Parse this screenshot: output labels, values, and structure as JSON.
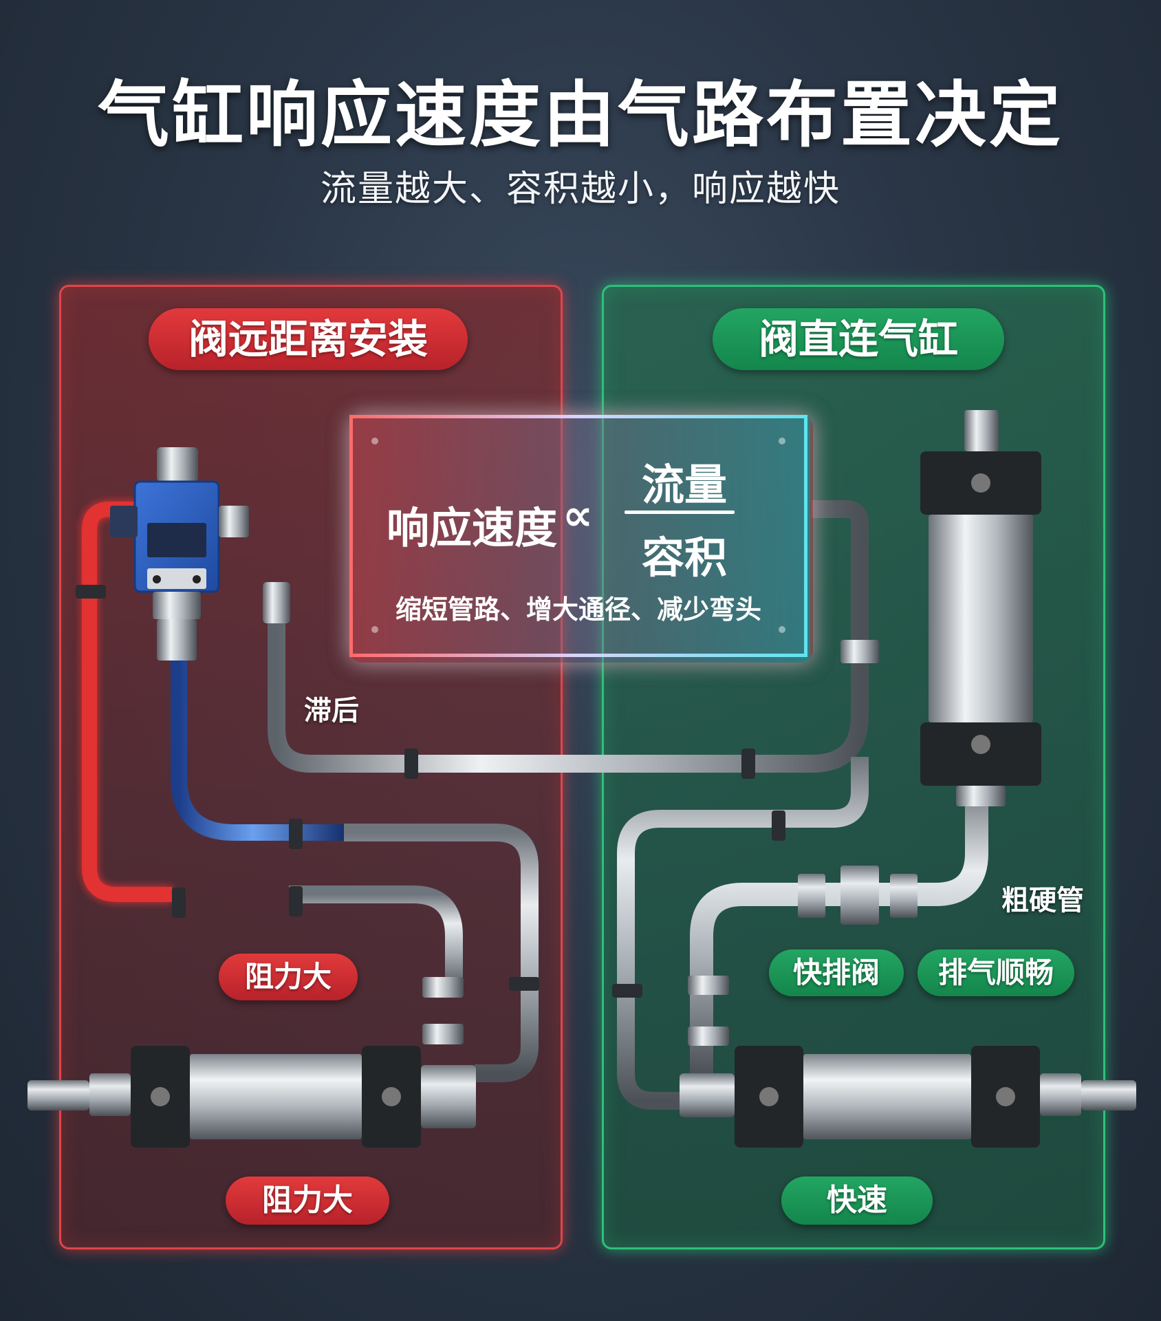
{
  "title": "气缸响应速度由气路布置决定",
  "subtitle": "流量越大、容积越小，响应越快",
  "left_panel": {
    "heading": "阀远距离安装",
    "tag_mid": "阻力大",
    "tag_bottom": "阻力大",
    "lag_label": "滞后",
    "accent_color": "#e0454a"
  },
  "right_panel": {
    "heading": "阀直连气缸",
    "tag_quick_valve": "快排阀",
    "tag_exhaust": "排气顺畅",
    "tag_bottom": "快速",
    "pipe_label": "粗硬管",
    "accent_color": "#2ec07a"
  },
  "formula": {
    "lhs": "响应速度",
    "relation": "∝",
    "numerator": "流量",
    "denominator": "容积",
    "note": "缩短管路、增大通径、减少弯头"
  },
  "icons": [
    "solenoid-valve-icon",
    "cylinder-icon",
    "fitting-icon",
    "pipe-clip-icon"
  ]
}
